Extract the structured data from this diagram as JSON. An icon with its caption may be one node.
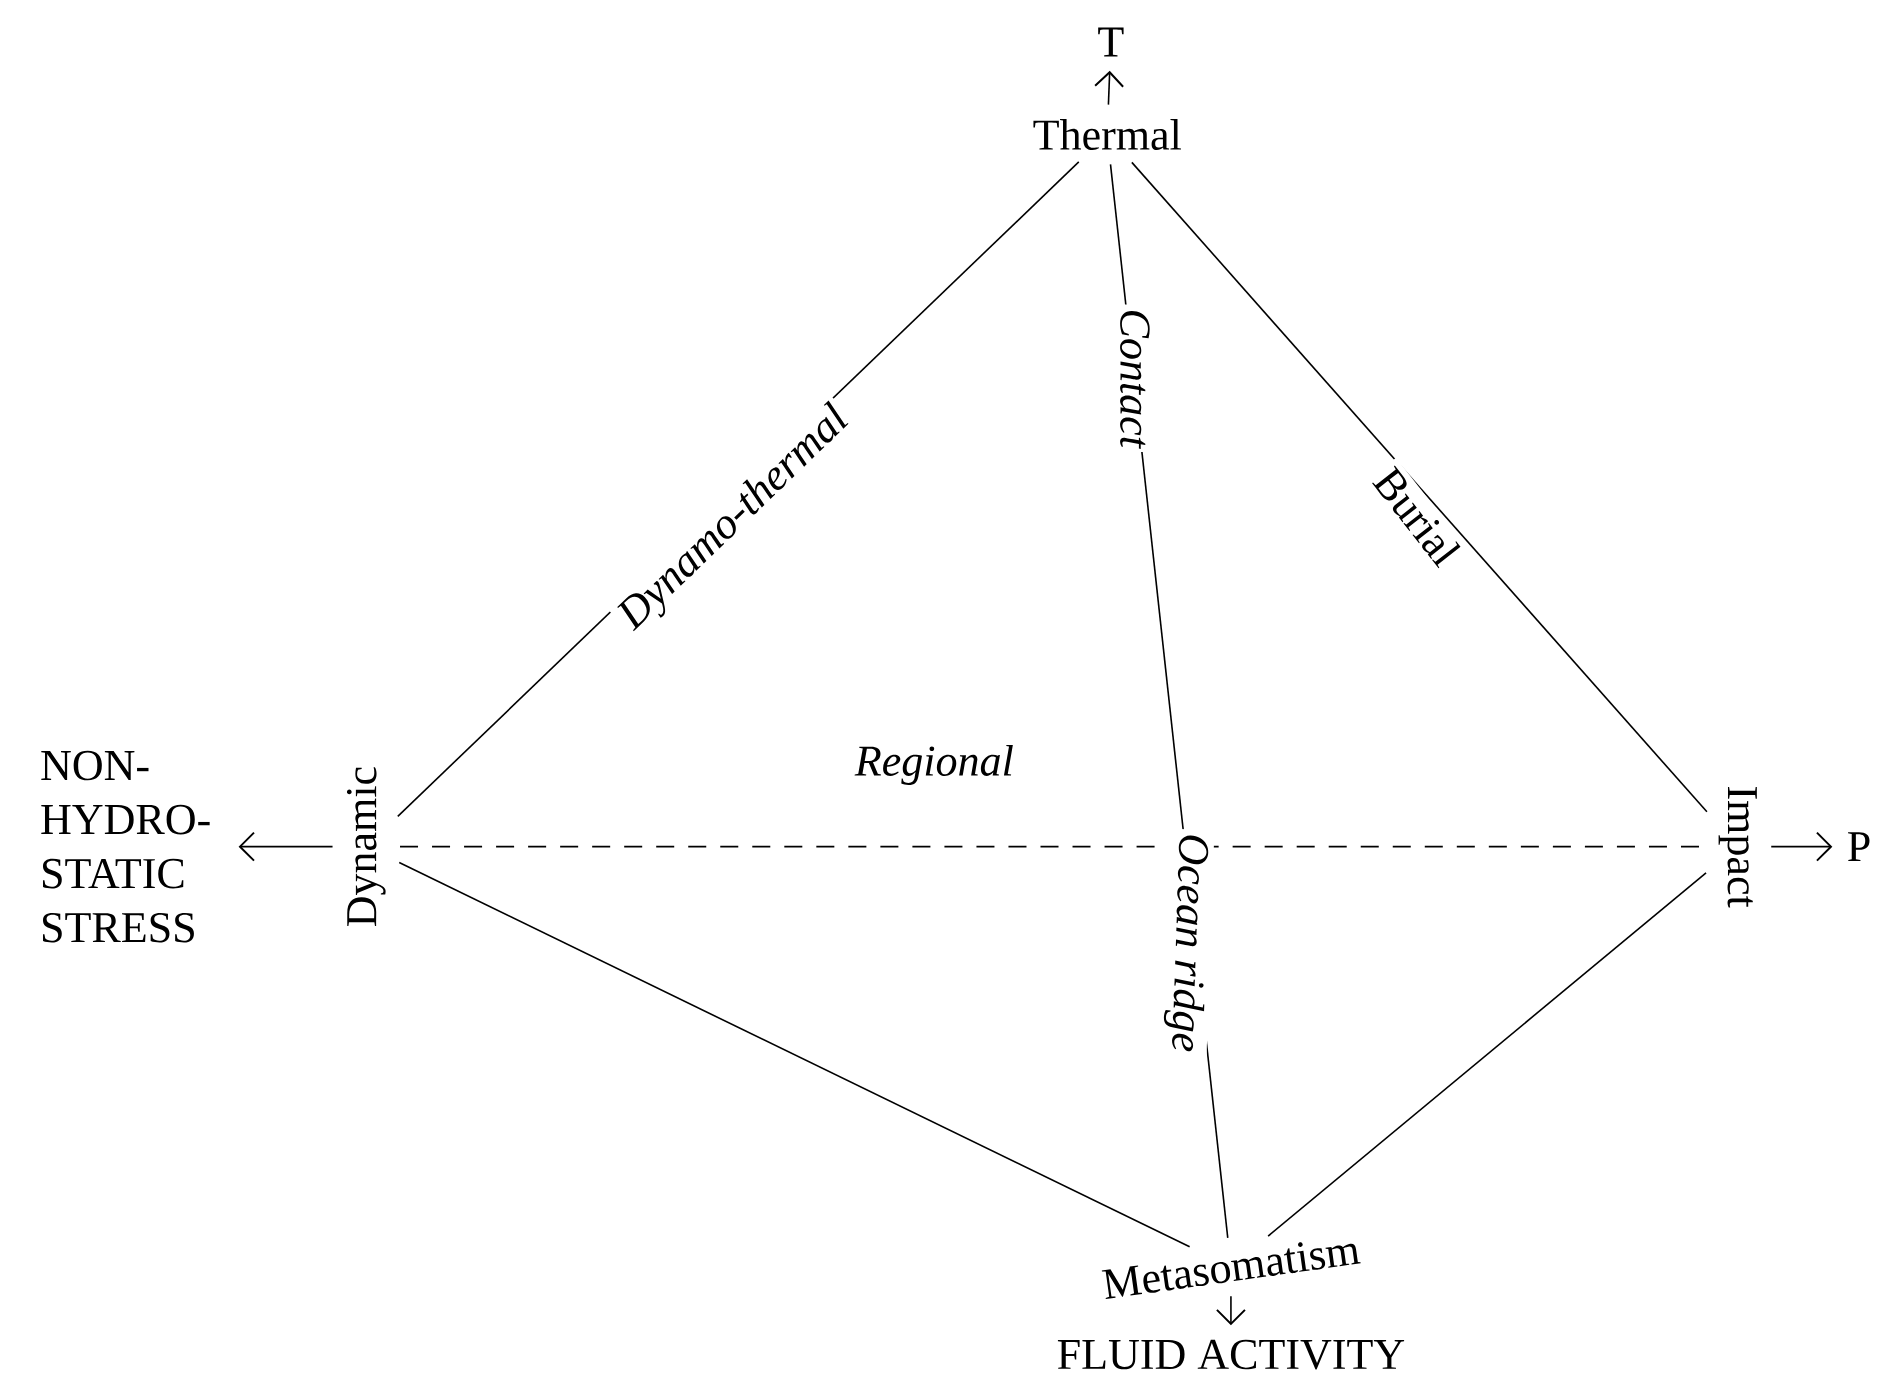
{
  "diagram": {
    "nodes": [
      {
        "text": [
          "T"
        ]
      },
      {
        "text": [
          "Thermal"
        ]
      },
      {
        "text": [
          "Dynamic"
        ]
      },
      {
        "text": [
          "Impact"
        ]
      },
      {
        "text": [
          "Metasomatism"
        ]
      },
      {
        "text": [
          "NON- HYDRO- STATIC STRESS"
        ]
      },
      {
        "text": [
          "P"
        ]
      },
      {
        "text": [
          "FLUID ACTIVITY"
        ]
      }
    ],
    "edges": [
      {
        "from": 1,
        "to": 0,
        "arrow": "to"
      },
      {
        "from": 1,
        "to": 2,
        "arrow": "none",
        "label": "Dynamo-thermal"
      },
      {
        "from": 1,
        "to": 3,
        "arrow": "none",
        "label": "Burial"
      },
      {
        "from": 1,
        "to": 4,
        "arrow": "none",
        "label": "Contact"
      },
      {
        "from": 2,
        "to": 4,
        "arrow": "none"
      },
      {
        "from": 3,
        "to": 4,
        "arrow": "none"
      },
      {
        "from": 2,
        "to": 3,
        "arrow": "none",
        "style": "dashed"
      },
      {
        "from": 2,
        "to": 5,
        "arrow": "to"
      },
      {
        "from": 3,
        "to": 6,
        "arrow": "to"
      },
      {
        "from": 4,
        "to": 7,
        "arrow": "to"
      }
    ],
    "labels": [
      "Ocean ridge",
      "Regional"
    ]
  }
}
